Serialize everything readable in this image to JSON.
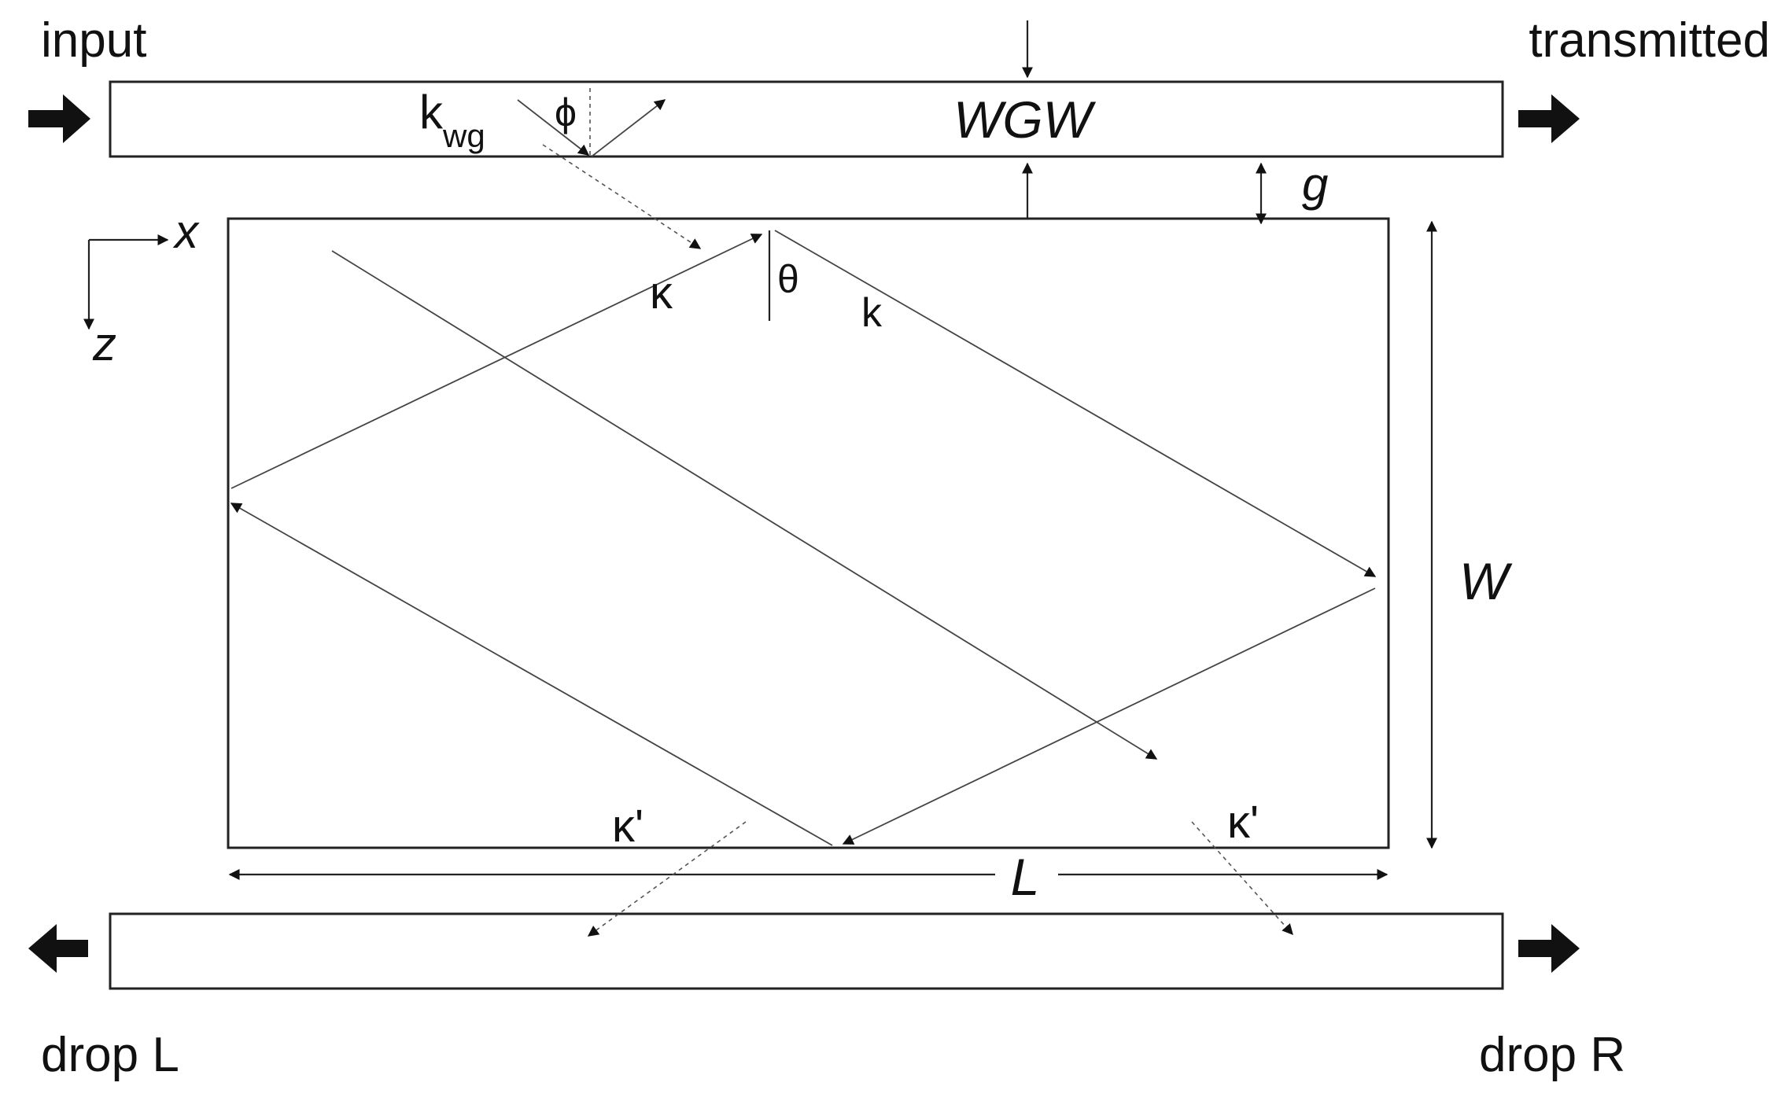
{
  "labels": {
    "input": "input",
    "transmitted": "transmitted",
    "drop_left": "drop L",
    "drop_right": "drop R",
    "waveguide": "WGW",
    "k_wg_base": "k",
    "k_wg_sub": "wg",
    "phi": "ϕ",
    "theta": "θ",
    "kappa": "κ",
    "k": "k",
    "kappa_prime_left": "κ'",
    "kappa_prime_right": "κ'",
    "axis_x": "x",
    "axis_z": "z",
    "gap": "g",
    "width": "W",
    "length": "L"
  },
  "colors": {
    "line": "#222222",
    "ray": "#444444",
    "arrow": "#000000"
  }
}
